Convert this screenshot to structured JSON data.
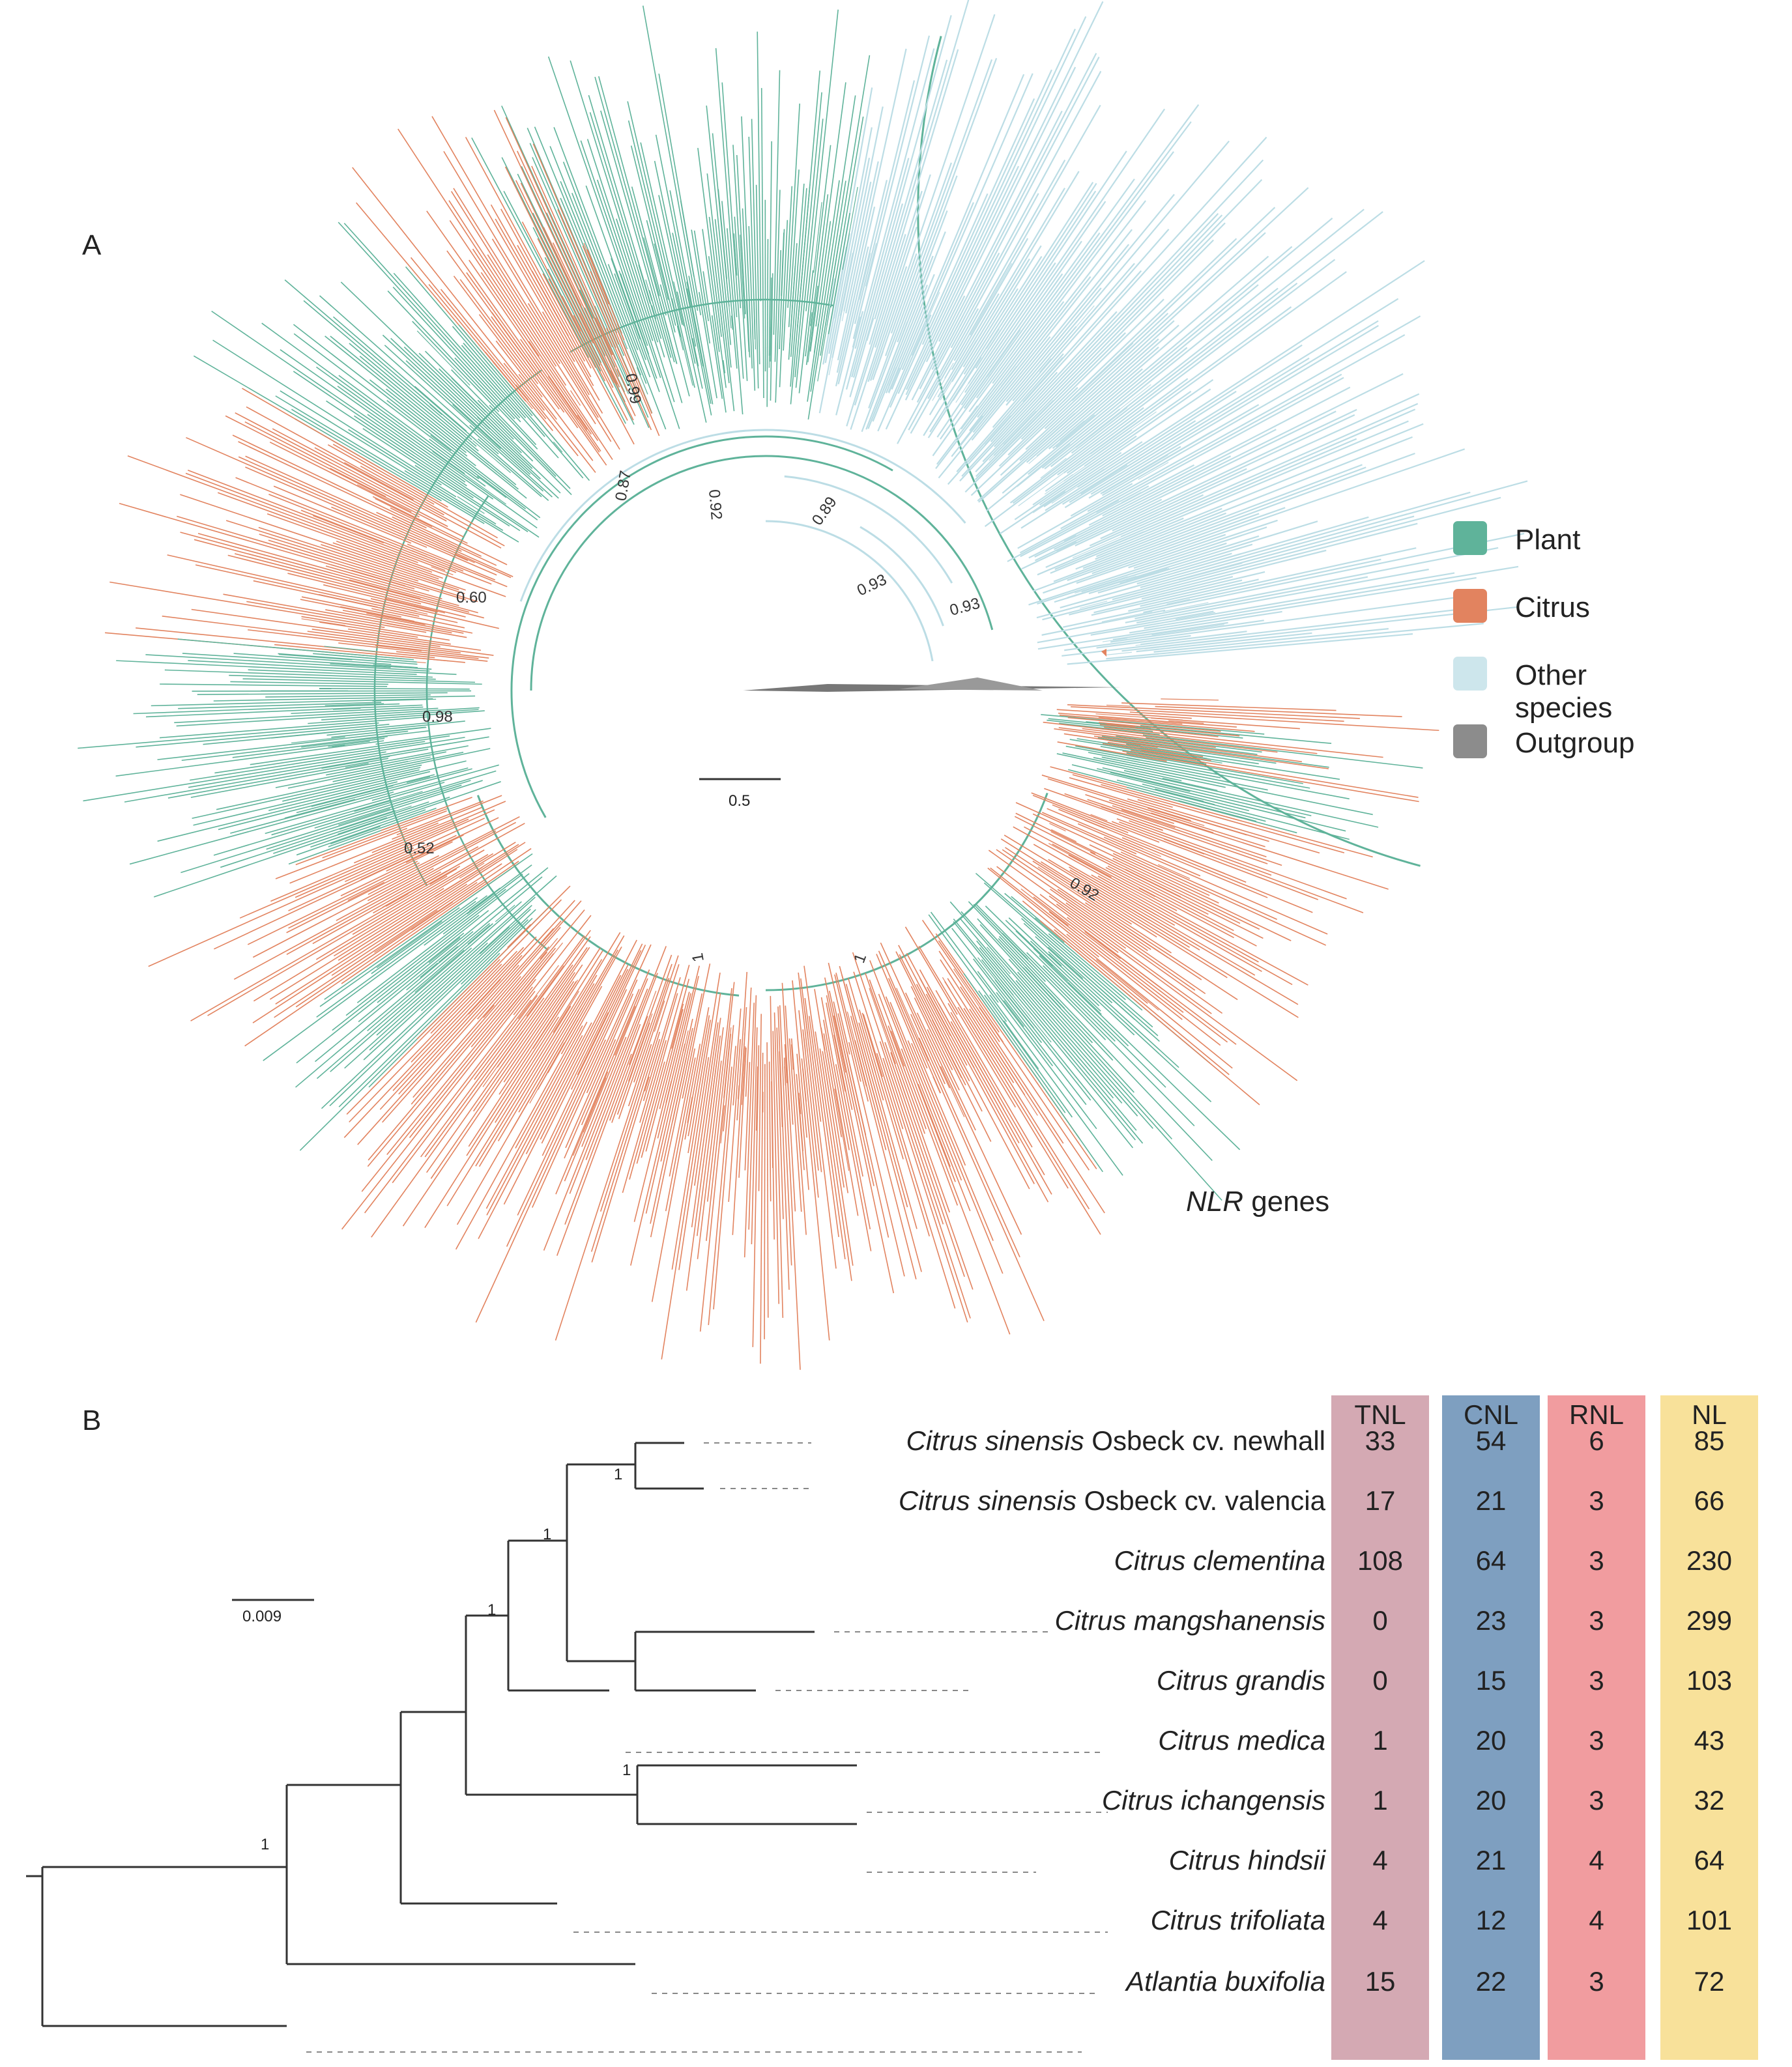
{
  "panel_a": {
    "letter": "A",
    "title_italic": "NLR",
    "title_rest": " genes",
    "scale_label": "0.5",
    "support_values": [
      "0.99",
      "0.92",
      "0.87",
      "0.89",
      "0.93",
      "0.93",
      "0.60",
      "0.98",
      "0.52",
      "0.92",
      "1",
      "1"
    ],
    "legend": [
      {
        "label": "Plant",
        "color": "#5fb39a"
      },
      {
        "label": "Citrus",
        "color": "#e2835f"
      },
      {
        "label": "Other species",
        "color": "#cde6ec"
      },
      {
        "label": "Outgroup",
        "color": "#8c8c8c"
      }
    ],
    "colors": {
      "plant": "#5fb39a",
      "citrus": "#e2835f",
      "other": "#bcdde5",
      "outgroup": "#777777"
    }
  },
  "panel_b": {
    "letter": "B",
    "scale_label": "0.009",
    "columns": [
      {
        "name": "TNL",
        "color": "#d4a9b3"
      },
      {
        "name": "CNL",
        "color": "#7e9fc0"
      },
      {
        "name": "RNL",
        "color": "#f19c9f"
      },
      {
        "name": "NL",
        "color": "#f8e19a"
      }
    ],
    "support_values": [
      "1",
      "1",
      "1",
      "1",
      "1"
    ],
    "rows": [
      {
        "genus": "Citrus sinensis",
        "suffix": " Osbeck cv. newhall",
        "values": [
          "33",
          "54",
          "6",
          "85"
        ]
      },
      {
        "genus": "Citrus sinensis",
        "suffix": " Osbeck cv. valencia",
        "values": [
          "17",
          "21",
          "3",
          "66"
        ]
      },
      {
        "genus": "Citrus clementina",
        "suffix": "",
        "values": [
          "108",
          "64",
          "3",
          "230"
        ]
      },
      {
        "genus": "Citrus mangshanensis",
        "suffix": "",
        "values": [
          "0",
          "23",
          "3",
          "299"
        ]
      },
      {
        "genus": "Citrus grandis",
        "suffix": "",
        "values": [
          "0",
          "15",
          "3",
          "103"
        ]
      },
      {
        "genus": "Citrus medica",
        "suffix": "",
        "values": [
          "1",
          "20",
          "3",
          "43"
        ]
      },
      {
        "genus": "Citrus ichangensis",
        "suffix": "",
        "values": [
          "1",
          "20",
          "3",
          "32"
        ]
      },
      {
        "genus": "Citrus hindsii",
        "suffix": "",
        "values": [
          "4",
          "21",
          "4",
          "64"
        ]
      },
      {
        "genus": "Citrus trifoliata",
        "suffix": "",
        "values": [
          "4",
          "12",
          "4",
          "101"
        ]
      },
      {
        "genus": "Atlantia buxifolia",
        "suffix": "",
        "values": [
          "15",
          "22",
          "3",
          "72"
        ]
      }
    ]
  }
}
